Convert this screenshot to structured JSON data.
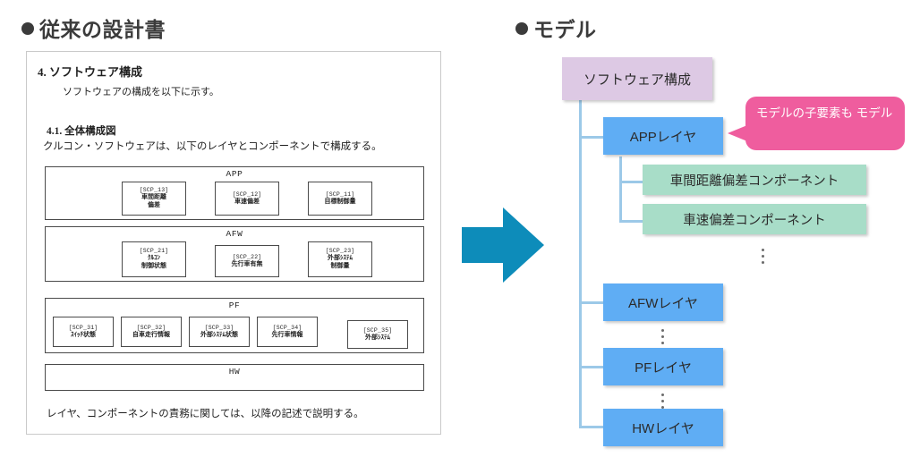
{
  "page": {
    "left_title": "従来の設計書",
    "right_title": "モデル",
    "bullet_icon": "filled-circle",
    "arrow_icon": "right-arrow",
    "accent_colors": {
      "arrow": "#0d8cba",
      "node_purple": "#ddc9e4",
      "node_blue": "#5fadf4",
      "node_green": "#a8ddc8",
      "callout_pink": "#ef5d9e",
      "edge_blue": "#9cc9e8"
    }
  },
  "document": {
    "heading": "4. ソフトウェア構成",
    "intro": "ソフトウェアの構成を以下に示す。",
    "subheading": "4.1. 全体構成図",
    "subintro": "クルコン・ソフトウェアは、以下のレイヤとコンポーネントで構成する。",
    "footer": "レイヤ、コンポーネントの責務に関しては、以降の記述で説明する。",
    "layers": [
      {
        "name": "APP",
        "components": [
          {
            "id": "[SCP_13]",
            "name": "車間距離\n偏差"
          },
          {
            "id": "[SCP_12]",
            "name": "車速偏差"
          },
          {
            "id": "[SCP_11]",
            "name": "目標制御量"
          }
        ]
      },
      {
        "name": "AFW",
        "components": [
          {
            "id": "[SCP_21]",
            "name": "ｸﾙｺﾝ\n制御状態"
          },
          {
            "id": "[SCP_22]",
            "name": "先行車有無"
          },
          {
            "id": "[SCP_23]",
            "name": "外部ｼｽﾃﾑ\n制御量"
          }
        ]
      },
      {
        "name": "PF",
        "components": [
          {
            "id": "[SCP_31]",
            "name": "ｽｲｯﾁ状態"
          },
          {
            "id": "[SCP_32]",
            "name": "自車走行情報"
          },
          {
            "id": "[SCP_33]",
            "name": "外部ｼｽﾃﾑ状態"
          },
          {
            "id": "[SCP_34]",
            "name": "先行車情報"
          },
          {
            "id": "[SCP_35]",
            "name": "外部ｼｽﾃﾑ"
          }
        ]
      },
      {
        "name": "HW",
        "components": []
      }
    ]
  },
  "model": {
    "root": "ソフトウェア構成",
    "app_layer": "APPレイヤ",
    "components": [
      "車間距離偏差コンポーネント",
      "車速偏差コンポーネント"
    ],
    "layers": [
      "AFWレイヤ",
      "PFレイヤ",
      "HWレイヤ"
    ],
    "ellipsis": "⋮",
    "callout": "モデルの子要素も モデル"
  }
}
